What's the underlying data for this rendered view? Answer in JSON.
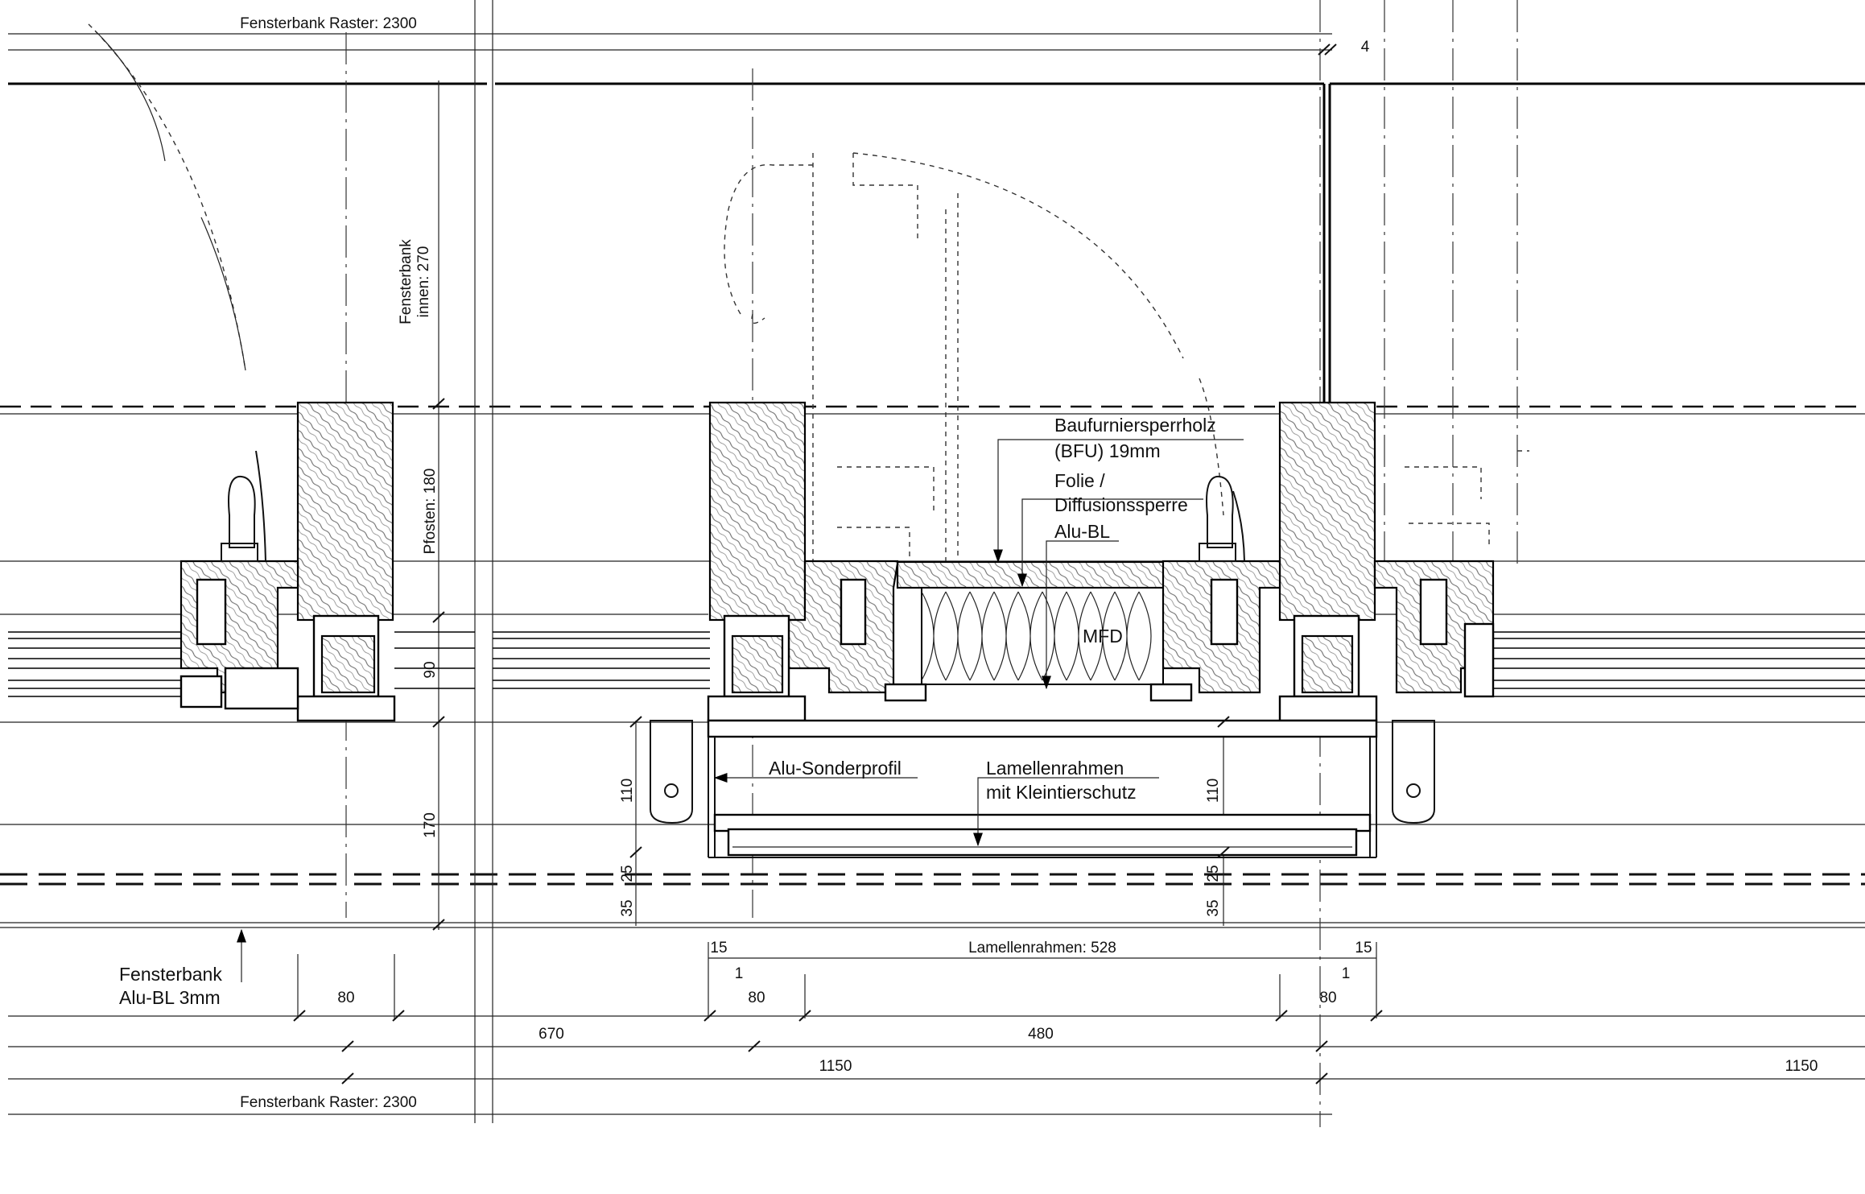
{
  "drawing": {
    "dimensions": {
      "raster_top": "Fensterbank Raster: 2300",
      "raster_bottom": "Fensterbank Raster: 2300",
      "gap_4": "4",
      "fensterbank_innen_line1": "Fensterbank",
      "fensterbank_innen_line2": "innen: 270",
      "pfosten": "Pfosten: 180",
      "d90": "90",
      "d170": "170",
      "d110_left": "110",
      "d110_right": "110",
      "d25_left": "25",
      "d25_right": "25",
      "d35_left": "35",
      "d35_right": "35",
      "d15_left": "15",
      "d15_right": "15",
      "d1_left": "1",
      "d1_right": "1",
      "lamellenrahmen_528": "Lamellenrahmen: 528",
      "d80_a": "80",
      "d80_b": "80",
      "d80_c": "80",
      "d670": "670",
      "d480": "480",
      "d1150_a": "1150",
      "d1150_b": "1150"
    },
    "labels": {
      "baufurnier_line1": "Baufurniersperrholz",
      "baufurnier_line2": "(BFU) 19mm",
      "folie_line1": "Folie /",
      "folie_line2": "Diffusionssperre",
      "alu_bl": "Alu-BL",
      "mfd": "MFD",
      "alu_sonderprofil": "Alu-Sonderprofil",
      "lamellen_line1": "Lamellenrahmen",
      "lamellen_line2": "mit Kleintierschutz",
      "fensterbank_line1": "Fensterbank",
      "fensterbank_line2": "Alu-BL 3mm"
    }
  }
}
